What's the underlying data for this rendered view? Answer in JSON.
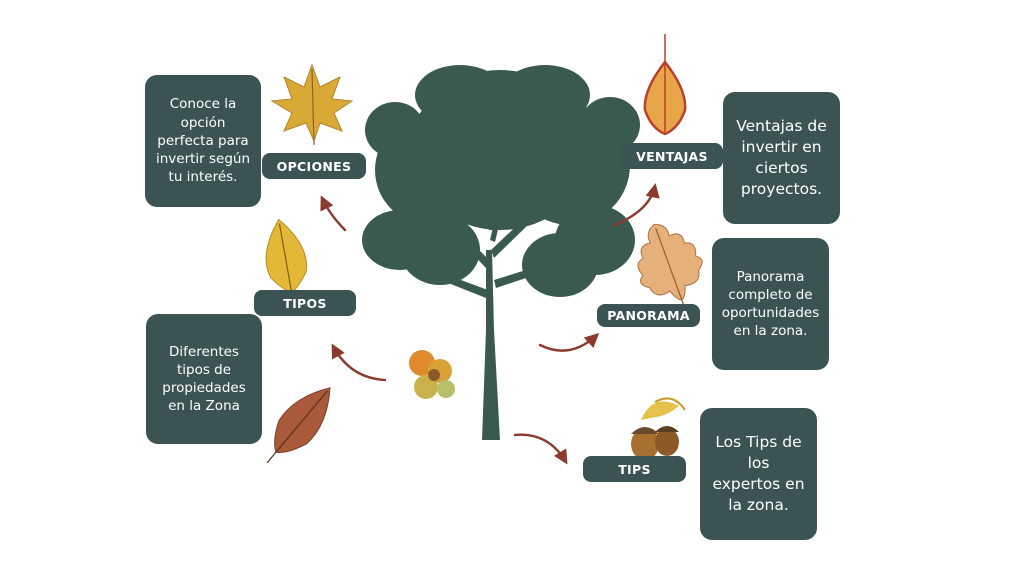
{
  "colors": {
    "card": "#3b5453",
    "tree": "#3b5a4f",
    "arrow": "#8b3a2e",
    "text": "#ffffff"
  },
  "branches": [
    {
      "id": "opciones",
      "label": "OPCIONES",
      "text": "Conoce la opción perfecta para invertir según tu interés."
    },
    {
      "id": "tipos",
      "label": "TIPOS",
      "text": "Diferentes tipos de propiedades en la Zona"
    },
    {
      "id": "ventajas",
      "label": "VENTAJAS",
      "text": "Ventajas de invertir en ciertos proyectos."
    },
    {
      "id": "panorama",
      "label": "PANORAMA",
      "text": "Panorama completo de oportunidades en la zona."
    },
    {
      "id": "tips",
      "label": "TIPS",
      "text": "Los Tips de los expertos en la zona."
    }
  ],
  "icons": {
    "tree": "tree-icon",
    "maple_leaf": "maple-leaf-icon",
    "birch_leaf": "birch-leaf-icon",
    "autumn_leaf": "autumn-leaf-icon",
    "oak_leaf": "oak-leaf-icon",
    "acorn": "acorn-icon",
    "arrow": "curved-arrow-icon"
  }
}
